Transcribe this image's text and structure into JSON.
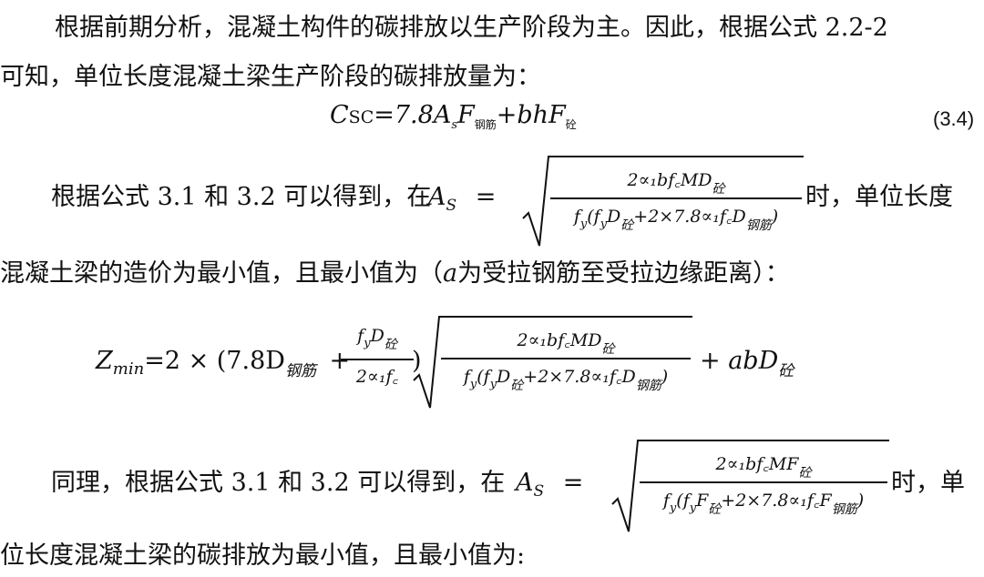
{
  "paragraphs": {
    "p1_line1": "根据前期分析，混凝土构件的碳排放以生产阶段为主。因此，根据公式 2.2-2",
    "p1_line2": "可知，单位长度混凝土梁生产阶段的碳排放量为：",
    "p2_lead": "根据公式 3.1 和 3.2 可以得到，在",
    "p2_tail": "时，单位长度",
    "p2_line2": "混凝土梁的造价为最小值，且最小值为（",
    "p2_line2_var": "a",
    "p2_line2_end": "为受拉钢筋至受拉边缘距离）：",
    "p3_lead": "同理，根据公式 3.1 和 3.2 可以得到，在",
    "p3_tail": "时，单",
    "p3_line2": "位长度混凝土梁的碳排放为最小值，且最小值为:"
  },
  "equations": {
    "eq34": {
      "lhs_C": "C",
      "lhs_sub": "SC",
      "equals": "=",
      "coef": "7.8",
      "A": "A",
      "A_sub": "s",
      "F1": "F",
      "F1_sub": "钢筋",
      "plus": "+",
      "bhF": "bhF",
      "F2_sub": "砼",
      "number": "(3.4)"
    },
    "As_cost": {
      "lhs": "A",
      "lhs_sub": "S",
      "equals": "=",
      "numerator": "2∝₁bf꜀MD",
      "numerator_sub": "砼",
      "den_a": "f",
      "den_b": "y",
      "den_c": "(f",
      "den_d": "y",
      "den_e": "D",
      "den_f": "砼",
      "den_g": "+2×7.8∝₁f꜀D",
      "den_h": "钢筋",
      "den_i": ")"
    },
    "zmin": {
      "Z": "Z",
      "Z_sub": "min",
      "eq": "=2 × (7.8D",
      "D_sub": "钢筋",
      "plus1": "+",
      "frac_num": "f",
      "frac_num_sub": "y",
      "frac_num_D": "D",
      "frac_num_Dsub": "砼",
      "frac_den": "2∝₁f꜀",
      "close": ")",
      "rad_num": "2∝₁bf꜀MD",
      "rad_num_sub": "砼",
      "rad_den": "f",
      "rad_den_y": "y",
      "rad_den_2": "(f",
      "rad_den_2y": "y",
      "rad_den_D": "D",
      "rad_den_Dsub": "砼",
      "rad_den_rest": "+2×7.8∝₁f꜀D",
      "rad_den_restsub": "钢筋",
      "rad_den_close": ")",
      "plus2": "+ abD",
      "plus2_sub": "砼"
    },
    "As_carbon": {
      "lhs": "A",
      "lhs_sub": "S",
      "equals": "=",
      "numerator": "2∝₁bf꜀MF",
      "numerator_sub": "砼",
      "den_a": "f",
      "den_b": "y",
      "den_c": "(f",
      "den_d": "y",
      "den_e": "F",
      "den_f": "砼",
      "den_g": "+2×7.8∝₁f꜀F",
      "den_h": "钢筋",
      "den_i": ")"
    }
  }
}
